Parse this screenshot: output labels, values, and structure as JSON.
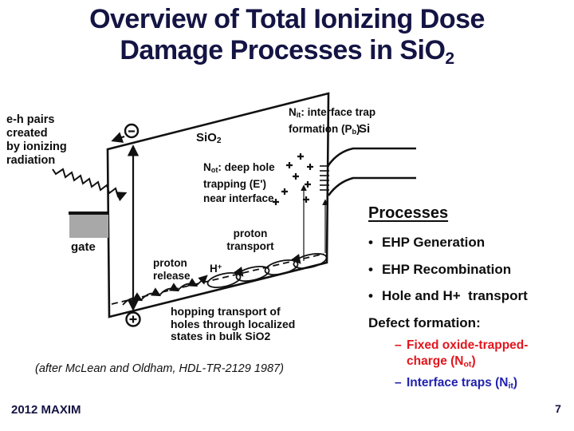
{
  "colors": {
    "title_navy": "#141444",
    "accent_red": "#E2151D",
    "accent_blue": "#2222AE",
    "ink": "#111111",
    "gate_gray": "#A8A8A8"
  },
  "title": {
    "line1": "Overview of Total Ionizing Dose",
    "line2_pre": "Damage Processes in SiO",
    "line2_sub": "2"
  },
  "diagram": {
    "eh_pairs": "e-h pairs\ncreated\nby ionizing\nradiation",
    "gate": "gate",
    "sio2_pre": "SiO",
    "sio2_sub": "2",
    "not_pre": "N",
    "not_sub": "ot",
    "not_post": ": deep hole",
    "not_rest": "\ntrapping (E')\nnear interface",
    "nit_pre": "N",
    "nit_sub": "it",
    "nit_post": ": interface trap",
    "nit_line2_pre": "\nformation (P",
    "nit_line2_sub": "b",
    "nit_line2_post": ")",
    "si": "Si",
    "proton_transport": "proton\ntransport",
    "proton_release": "proton\nrelease",
    "h_plus_pre": "H",
    "h_plus_sup": "+",
    "hopping": "hopping transport of\nholes through localized\nstates in bulk SiO2",
    "citation": "(after McLean and Oldham, HDL-TR-2129 1987)"
  },
  "processes": {
    "heading": "Processes",
    "bullet_char": "•",
    "bullets": [
      "EHP Generation",
      "EHP Recombination",
      "Hole and H+  transport",
      "Defect formation:"
    ],
    "sub_dash": "–",
    "sub1_line1": "Fixed oxide-trapped-",
    "sub1_line2_pre": "\ncharge (N",
    "sub1_line2_sub": "ot",
    "sub1_line2_post": ")",
    "sub2_pre": "Interface traps (N",
    "sub2_sub": "it",
    "sub2_post": ")"
  },
  "footer": {
    "left": "2012 MAXIM",
    "page": "7"
  }
}
